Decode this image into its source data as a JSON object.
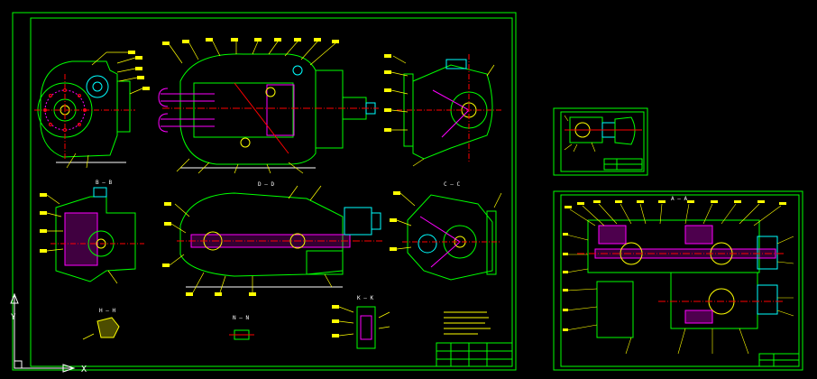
{
  "views": {
    "b_b": "B — B",
    "d_d": "D — D",
    "c_c": "C — C",
    "h_h": "H — H",
    "n_n": "N — N",
    "k_k": "K — K",
    "a_a": "A — A"
  },
  "ucs": {
    "x_axis": "X",
    "y_axis": "Y"
  },
  "colors": {
    "background": "#000000",
    "frame": "#00ff00",
    "part": "#00ff00",
    "leader": "#ffff00",
    "center": "#ff0000",
    "hatch": "#ff00ff",
    "accent": "#00ffff",
    "dim": "#ffffff"
  }
}
